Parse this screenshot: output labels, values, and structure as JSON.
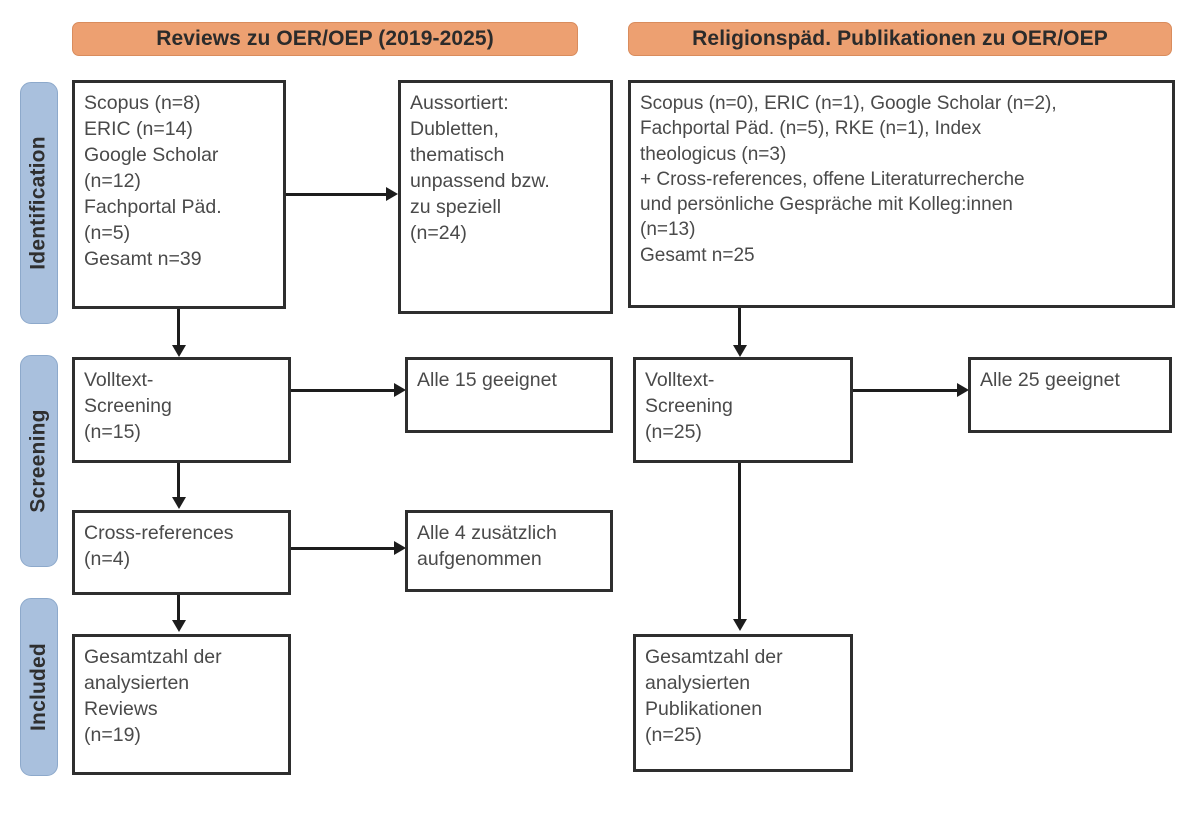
{
  "columns": {
    "left": {
      "header": "Reviews zu OER/OEP (2019-2025)"
    },
    "right": {
      "header": "Religionspäd. Publikationen zu OER/OEP"
    }
  },
  "stages": [
    {
      "label": "Identification"
    },
    {
      "label": "Screening"
    },
    {
      "label": "Included"
    }
  ],
  "boxes": {
    "left_identification_sources": "Scopus (n=8)\nERIC (n=14)\nGoogle Scholar\n(n=12)\nFachportal Päd.\n(n=5)\nGesamt n=39",
    "left_excluded": "Aussortiert:\nDubletten,\nthematisch\nunpassend bzw.\nzu speziell\n(n=24)",
    "right_identification_sources": "Scopus (n=0), ERIC (n=1), Google Scholar (n=2),\nFachportal Päd. (n=5), RKE (n=1), Index\ntheologicus (n=3)\n+ Cross-references, offene Literaturrecherche\nund persönliche Gespräche mit Kolleg:innen\n(n=13)\nGesamt n=25",
    "left_fulltext_screening": "Volltext-\nScreening\n(n=15)",
    "left_fulltext_result": "Alle 15 geeignet",
    "left_cross_references": "Cross-references\n(n=4)",
    "left_cross_references_result": "Alle 4 zusätzlich\naufgenommen",
    "right_fulltext_screening": "Volltext-\nScreening\n(n=25)",
    "right_fulltext_result": "Alle 25 geeignet",
    "left_included_total": "Gesamtzahl der\nanalysierten\nReviews\n(n=19)",
    "right_included_total": "Gesamtzahl der\nanalysierten\nPublikationen\n(n=25)"
  },
  "colors": {
    "header_bg": "#eda071",
    "stage_bg": "#a9c0dd",
    "box_border": "#2e2e2e",
    "connector": "#1d1d1d",
    "text": "#4a4a4a"
  }
}
